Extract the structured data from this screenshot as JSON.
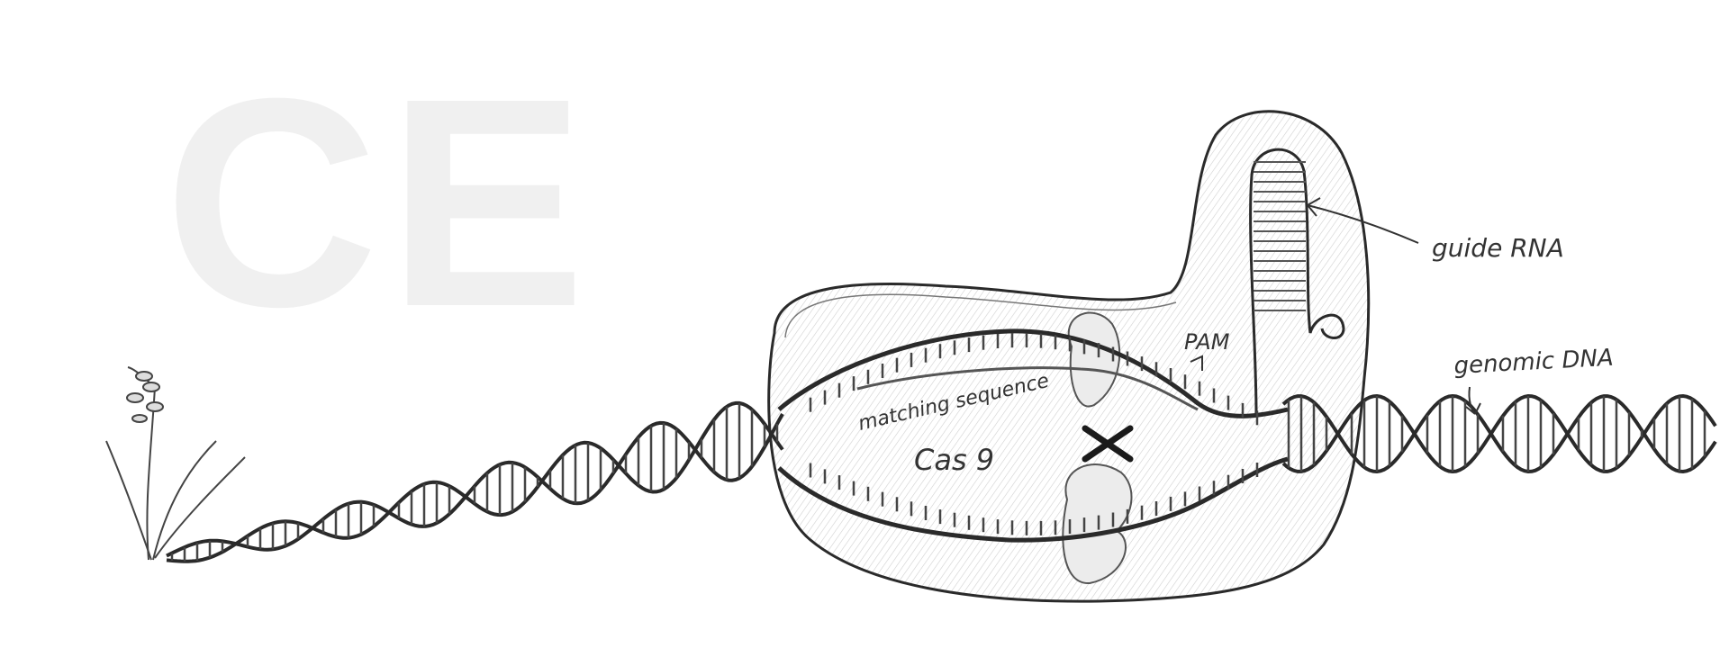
{
  "watermark": "CE",
  "labels": {
    "guide_rna": "guide RNA",
    "pam": "PAM",
    "genomic_dna": "genomic DNA",
    "matching_sequence": "matching sequence",
    "cas9": "Cas 9"
  },
  "colors": {
    "ink": "#2a2a2a",
    "shade": "#bdbdbd",
    "watermark": "#f0f0f0"
  },
  "icons": {
    "cut_mark": "x-cut-icon",
    "plant": "rice-plant-icon"
  }
}
